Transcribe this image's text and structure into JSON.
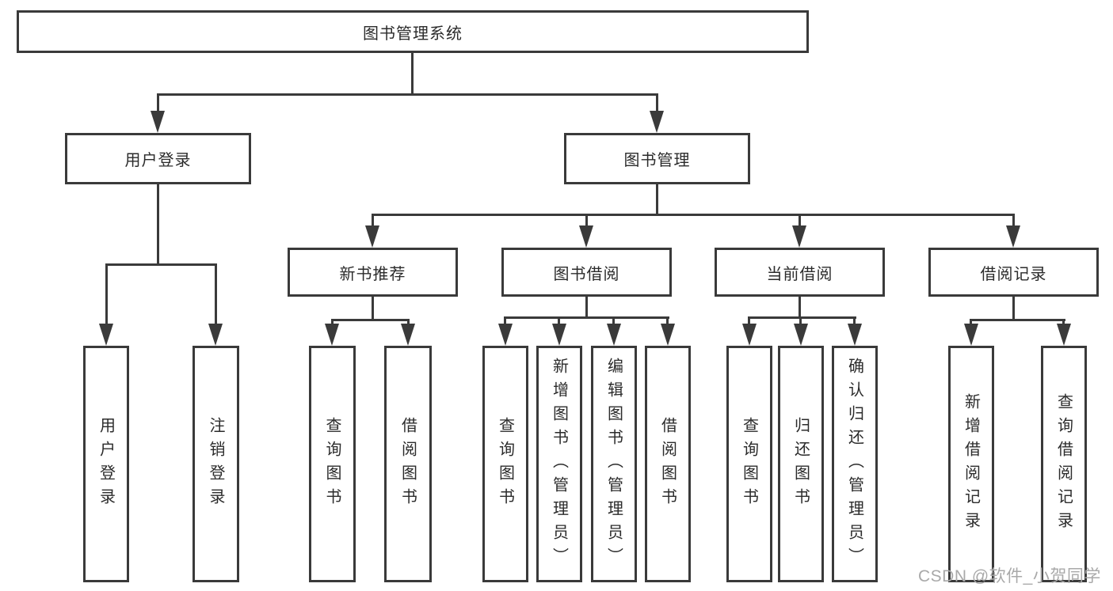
{
  "diagram_title": "图书管理系统",
  "nodes": {
    "root": {
      "label": "图书管理系统"
    },
    "user_login": {
      "label": "用户登录",
      "children": {
        "login": {
          "label": "用户登录"
        },
        "logout": {
          "label": "注销登录"
        }
      }
    },
    "book_mgmt": {
      "label": "图书管理",
      "children": {
        "new_books": {
          "label": "新书推荐",
          "children": {
            "query_books": {
              "label": "查询图书"
            },
            "borrow_books": {
              "label": "借阅图书"
            }
          }
        },
        "book_borrow": {
          "label": "图书借阅",
          "children": {
            "query_books": {
              "label": "查询图书"
            },
            "add_books": {
              "label": "新增图书（管理员）"
            },
            "edit_books": {
              "label": "编辑图书（管理员）"
            },
            "borrow_books": {
              "label": "借阅图书"
            }
          }
        },
        "current_borrow": {
          "label": "当前借阅",
          "children": {
            "query_books": {
              "label": "查询图书"
            },
            "return_books": {
              "label": "归还图书"
            },
            "confirm_return": {
              "label": "确认归还（管理员）"
            }
          }
        },
        "borrow_records": {
          "label": "借阅记录",
          "children": {
            "add_record": {
              "label": "新增借阅记录"
            },
            "query_record": {
              "label": "查询借阅记录"
            }
          }
        }
      }
    }
  },
  "watermark": "CSDN @软件_小贺同学",
  "colors": {
    "line": "#3a3a3a",
    "text": "#2b2b2b",
    "watermark": "#a9a9a9",
    "background": "#ffffff"
  }
}
